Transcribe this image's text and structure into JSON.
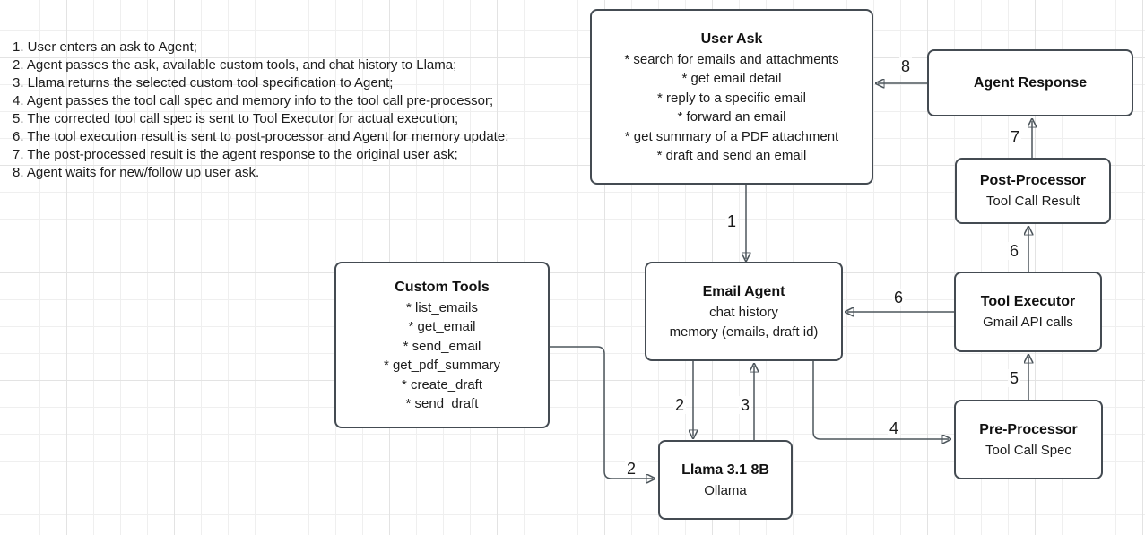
{
  "steps": {
    "lines": [
      "1. User enters an ask to Agent;",
      "2. Agent passes the ask, available custom tools, and chat history to Llama;",
      "3. Llama returns the selected custom tool specification to Agent;",
      "4. Agent passes the tool call spec and memory info to the tool call pre-processor;",
      "5. The corrected tool call spec is sent to Tool Executor for actual execution;",
      "6. The tool execution result is sent to post-processor and Agent for memory update;",
      "7. The post-processed result is the agent response to the original user ask;",
      "8. Agent waits for new/follow up user ask."
    ]
  },
  "nodes": {
    "user_ask": {
      "title": "User Ask",
      "lines": [
        "* search for emails and attachments",
        "* get email detail",
        "* reply to a specific email",
        "* forward an email",
        "* get summary of a PDF attachment",
        "* draft and send an email"
      ]
    },
    "agent_response": {
      "title": "Agent Response"
    },
    "post_processor": {
      "title": "Post-Processor",
      "lines": [
        "Tool Call Result"
      ]
    },
    "tool_executor": {
      "title": "Tool Executor",
      "lines": [
        "Gmail API calls"
      ]
    },
    "pre_processor": {
      "title": "Pre-Processor",
      "lines": [
        "Tool Call Spec"
      ]
    },
    "email_agent": {
      "title": "Email Agent",
      "lines": [
        "chat history",
        "memory (emails, draft id)"
      ]
    },
    "custom_tools": {
      "title": "Custom Tools",
      "lines": [
        "* list_emails",
        "* get_email",
        "* send_email",
        "* get_pdf_summary",
        "* create_draft",
        "* send_draft"
      ]
    },
    "llama": {
      "title": "Llama 3.1 8B",
      "lines": [
        "Ollama"
      ]
    }
  },
  "edge_labels": {
    "step1": "1",
    "step2_agent": "2",
    "step2_tools": "2",
    "step3": "3",
    "step4": "4",
    "step5": "5",
    "step6_post": "6",
    "step6_agent": "6",
    "step7": "7",
    "step8": "8"
  },
  "colors": {
    "node_border": "#444b52",
    "edge_stroke": "#4d565c",
    "text": "#1a1a1a"
  }
}
